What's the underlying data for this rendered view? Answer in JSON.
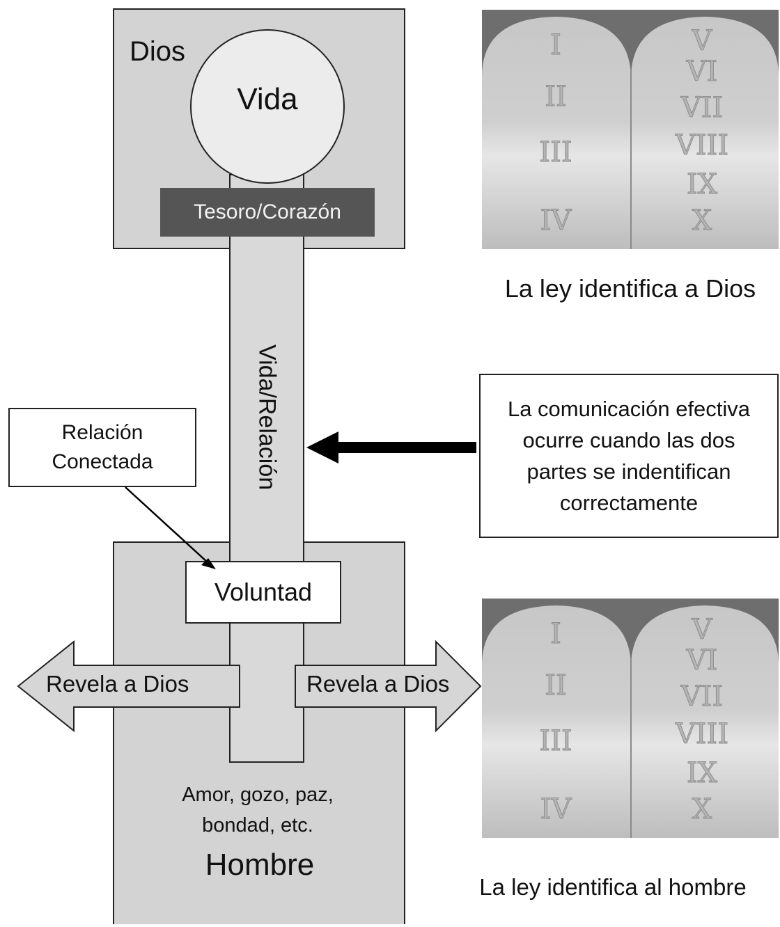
{
  "diagram": {
    "god": {
      "label": "Dios",
      "circle_label": "Vida",
      "treasure_label": "Tesoro/Corazón"
    },
    "channel_label": "Vida/Relación",
    "relation_box": {
      "line1": "Relación",
      "line2": "Conectada"
    },
    "will_label": "Voluntad",
    "arrows": {
      "left_label": "Revela a Dios",
      "right_label": "Revela a Dios"
    },
    "man": {
      "fruits_line1": "Amor, gozo, paz,",
      "fruits_line2": "bondad, etc.",
      "label": "Hombre"
    },
    "communication_box": {
      "line1": "La comunicación efectiva",
      "line2": "ocurre cuando las dos",
      "line3": "partes se indentifican",
      "line4": "correctamente"
    },
    "tablets": {
      "left_numerals": [
        "I",
        "II",
        "III",
        "IV"
      ],
      "right_numerals": [
        "V",
        "VI",
        "VII",
        "VIII",
        "IX",
        "X"
      ]
    },
    "captions": {
      "top": "La ley identifica a Dios",
      "bottom": "La ley identifica al hombre"
    }
  }
}
